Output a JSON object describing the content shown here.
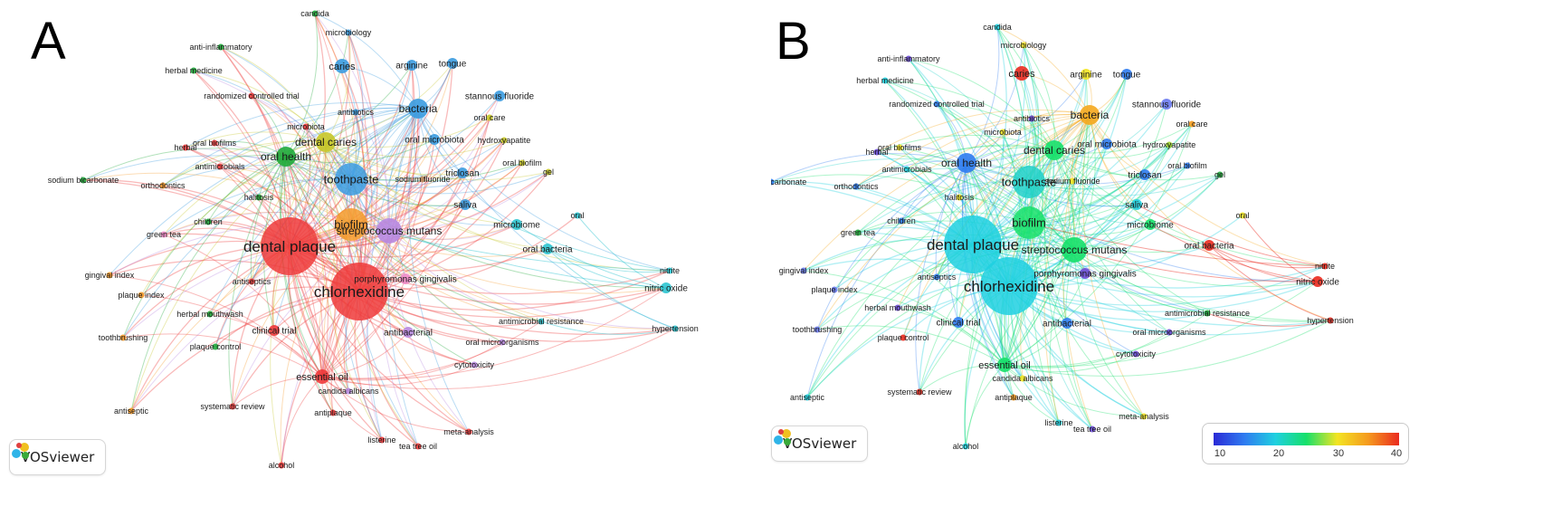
{
  "panels": [
    {
      "letter": "A",
      "mode": "cluster",
      "badge_text": "VOSviewer"
    },
    {
      "letter": "B",
      "mode": "overlay",
      "badge_text": "VOSviewer"
    }
  ],
  "legend": {
    "ticks": [
      "10",
      "20",
      "30",
      "40"
    ],
    "colors": [
      "#2a2ad6",
      "#2f7bf0",
      "#1fd0e0",
      "#16e06a",
      "#f3e422",
      "#f59a1e",
      "#ea2a1e"
    ]
  },
  "cluster_colors": {
    "red": "#ee3a3a",
    "green": "#1faa3a",
    "blue": "#3a9be0",
    "yellow": "#c6c628",
    "purple": "#b888e0",
    "orange": "#f59a2a",
    "cyan": "#2cc4d0",
    "pink": "#f089c8",
    "brown": "#b8865a"
  },
  "keywords": {
    "dental_plaque": "dental plaque",
    "chlorhexidine": "chlorhexidine",
    "toothpaste": "toothpaste",
    "biofilm": "biofilm",
    "streptococcus_mutans": "streptococcus mutans",
    "dental_caries": "dental caries",
    "oral_health": "oral health",
    "bacteria": "bacteria",
    "caries": "caries",
    "arginine": "arginine",
    "tongue": "tongue",
    "candida": "candida",
    "microbiology": "microbiology",
    "anti_inflammatory": "anti-inflammatory",
    "herbal_medicine": "herbal medicine",
    "randomized_controlled_trial": "randomized controlled trial",
    "stannous_fluoride": "stannous fluoride",
    "antibiotics": "antibiotics",
    "oral_care": "oral care",
    "microbiota": "microbiota",
    "oral_microbiota": "oral microbiota",
    "hydroxyapatite": "hydroxyapatite",
    "herbal": "herbal",
    "oral_biofilms": "oral biofilms",
    "antimicrobials": "antimicrobials",
    "oral_biofilm": "oral biofilm",
    "sodium_bicarbonate": "sodium bicarbonate",
    "orthodontics": "orthodontics",
    "halitosis": "halitosis",
    "sodium_fluoride": "sodium fluoride",
    "triclosan": "triclosan",
    "gel": "gel",
    "children": "children",
    "saliva": "saliva",
    "oral": "oral",
    "microbiome": "microbiome",
    "green_tea": "green tea",
    "oral_bacteria": "oral bacteria",
    "nitrite": "nitrite",
    "gingival_index": "gingival index",
    "antiseptics": "antiseptics",
    "porphyromonas_gingivalis": "porphyromonas gingivalis",
    "plaque_index": "plaque index",
    "nitric_oxide": "nitric oxide",
    "herbal_mouthwash": "herbal mouthwash",
    "clinical_trial": "clinical trial",
    "antimicrobial_resistance": "antimicrobial resistance",
    "hypertension": "hypertension",
    "antibacterial": "antibacterial",
    "toothbrushing": "toothbrushing",
    "oral_microorganisms": "oral microorganisms",
    "plaque_control": "plaque control",
    "cytotoxicity": "cytotoxicity",
    "essential_oil": "essential oil",
    "candida_albicans": "candida albicans",
    "antiseptic": "antiseptic",
    "systematic_review": "systematic review",
    "antiplaque": "antiplaque",
    "meta_analysis": "meta-analysis",
    "listerine": "listerine",
    "tea_tree_oil": "tea tree oil",
    "alcohol": "alcohol"
  },
  "nodes": [
    {
      "id": "dental_plaque",
      "cluster": "red",
      "weight": 10,
      "year_color": "#1fd0e0"
    },
    {
      "id": "chlorhexidine",
      "cluster": "red",
      "weight": 9,
      "year_color": "#1fd0e0"
    },
    {
      "id": "toothpaste",
      "cluster": "blue",
      "weight": 6,
      "year_color": "#1fd0c8"
    },
    {
      "id": "biofilm",
      "cluster": "orange",
      "weight": 6,
      "year_color": "#16e06a"
    },
    {
      "id": "streptococcus_mutans",
      "cluster": "purple",
      "weight": 5,
      "year_color": "#16e06a"
    },
    {
      "id": "dental_caries",
      "cluster": "yellow",
      "weight": 4,
      "year_color": "#16e06a"
    },
    {
      "id": "oral_health",
      "cluster": "green",
      "weight": 4,
      "year_color": "#2f7bf0"
    },
    {
      "id": "bacteria",
      "cluster": "blue",
      "weight": 4,
      "year_color": "#f5a81e"
    },
    {
      "id": "caries",
      "cluster": "blue",
      "weight": 3,
      "year_color": "#ea2a1e"
    },
    {
      "id": "arginine",
      "cluster": "blue",
      "weight": 2,
      "year_color": "#f3e422"
    },
    {
      "id": "tongue",
      "cluster": "blue",
      "weight": 2,
      "year_color": "#2f7bf0"
    },
    {
      "id": "candida",
      "cluster": "green",
      "weight": 1,
      "year_color": "#1fd0e0"
    },
    {
      "id": "microbiology",
      "cluster": "blue",
      "weight": 1,
      "year_color": "#f3e422"
    },
    {
      "id": "anti_inflammatory",
      "cluster": "green",
      "weight": 1,
      "year_color": "#6a4ad6"
    },
    {
      "id": "herbal_medicine",
      "cluster": "green",
      "weight": 1,
      "year_color": "#1fd0e0"
    },
    {
      "id": "randomized_controlled_trial",
      "cluster": "red",
      "weight": 1,
      "year_color": "#2f7bf0"
    },
    {
      "id": "stannous_fluoride",
      "cluster": "blue",
      "weight": 2,
      "year_color": "#6a7af0"
    },
    {
      "id": "antibiotics",
      "cluster": "blue",
      "weight": 1,
      "year_color": "#6a4ad6"
    },
    {
      "id": "oral_care",
      "cluster": "yellow",
      "weight": 1,
      "year_color": "#f59a1e"
    },
    {
      "id": "microbiota",
      "cluster": "red",
      "weight": 1,
      "year_color": "#f3e422"
    },
    {
      "id": "oral_microbiota",
      "cluster": "blue",
      "weight": 2,
      "year_color": "#2f7bf0"
    },
    {
      "id": "hydroxyapatite",
      "cluster": "yellow",
      "weight": 1,
      "year_color": "#9acc2a"
    },
    {
      "id": "herbal",
      "cluster": "red",
      "weight": 1,
      "year_color": "#6a4ad6"
    },
    {
      "id": "oral_biofilms",
      "cluster": "red",
      "weight": 1,
      "year_color": "#f3e422"
    },
    {
      "id": "antimicrobials",
      "cluster": "red",
      "weight": 1,
      "year_color": "#1fd0e0"
    },
    {
      "id": "oral_biofilm",
      "cluster": "yellow",
      "weight": 1,
      "year_color": "#2f7bf0"
    },
    {
      "id": "sodium_bicarbonate",
      "cluster": "green",
      "weight": 1,
      "year_color": "#2f7bf0"
    },
    {
      "id": "orthodontics",
      "cluster": "orange",
      "weight": 1,
      "year_color": "#2f7bf0"
    },
    {
      "id": "halitosis",
      "cluster": "green",
      "weight": 1,
      "year_color": "#f3e422"
    },
    {
      "id": "sodium_fluoride",
      "cluster": "brown",
      "weight": 1,
      "year_color": "#f3e422"
    },
    {
      "id": "triclosan",
      "cluster": "blue",
      "weight": 2,
      "year_color": "#2f7bf0"
    },
    {
      "id": "gel",
      "cluster": "yellow",
      "weight": 1,
      "year_color": "#1faa3a"
    },
    {
      "id": "children",
      "cluster": "green",
      "weight": 1,
      "year_color": "#2f7bf0"
    },
    {
      "id": "saliva",
      "cluster": "blue",
      "weight": 2,
      "year_color": "#1fd0e0"
    },
    {
      "id": "oral",
      "cluster": "cyan",
      "weight": 1,
      "year_color": "#f3e422"
    },
    {
      "id": "microbiome",
      "cluster": "cyan",
      "weight": 2,
      "year_color": "#16e06a"
    },
    {
      "id": "green_tea",
      "cluster": "pink",
      "weight": 1,
      "year_color": "#1faa3a"
    },
    {
      "id": "oral_bacteria",
      "cluster": "cyan",
      "weight": 2,
      "year_color": "#ea2a1e"
    },
    {
      "id": "nitrite",
      "cluster": "cyan",
      "weight": 1,
      "year_color": "#ea2a1e"
    },
    {
      "id": "gingival_index",
      "cluster": "orange",
      "weight": 1,
      "year_color": "#6a7af0"
    },
    {
      "id": "antiseptics",
      "cluster": "red",
      "weight": 1,
      "year_color": "#2f7bf0"
    },
    {
      "id": "porphyromonas_gingivalis",
      "cluster": "pink",
      "weight": 2,
      "year_color": "#6a4ad6"
    },
    {
      "id": "plaque_index",
      "cluster": "orange",
      "weight": 1,
      "year_color": "#6a7af0"
    },
    {
      "id": "nitric_oxide",
      "cluster": "cyan",
      "weight": 2,
      "year_color": "#ea2a1e"
    },
    {
      "id": "herbal_mouthwash",
      "cluster": "green",
      "weight": 1,
      "year_color": "#6a4ad6"
    },
    {
      "id": "clinical_trial",
      "cluster": "red",
      "weight": 2,
      "year_color": "#2f7bf0"
    },
    {
      "id": "antimicrobial_resistance",
      "cluster": "cyan",
      "weight": 1,
      "year_color": "#1faa3a"
    },
    {
      "id": "hypertension",
      "cluster": "cyan",
      "weight": 1,
      "year_color": "#ea2a1e"
    },
    {
      "id": "antibacterial",
      "cluster": "purple",
      "weight": 2,
      "year_color": "#2f7bf0"
    },
    {
      "id": "toothbrushing",
      "cluster": "orange",
      "weight": 1,
      "year_color": "#6a7af0"
    },
    {
      "id": "oral_microorganisms",
      "cluster": "purple",
      "weight": 1,
      "year_color": "#6a4ad6"
    },
    {
      "id": "plaque_control",
      "cluster": "green",
      "weight": 1,
      "year_color": "#ea2a1e"
    },
    {
      "id": "cytotoxicity",
      "cluster": "purple",
      "weight": 1,
      "year_color": "#6a4ad6"
    },
    {
      "id": "essential_oil",
      "cluster": "red",
      "weight": 3,
      "year_color": "#16e06a"
    },
    {
      "id": "candida_albicans",
      "cluster": "purple",
      "weight": 1,
      "year_color": "#f3e422"
    },
    {
      "id": "antiseptic",
      "cluster": "orange",
      "weight": 1,
      "year_color": "#1fd0e0"
    },
    {
      "id": "systematic_review",
      "cluster": "red",
      "weight": 1,
      "year_color": "#ea2a1e"
    },
    {
      "id": "antiplaque",
      "cluster": "red",
      "weight": 1,
      "year_color": "#f59a1e"
    },
    {
      "id": "meta_analysis",
      "cluster": "red",
      "weight": 1,
      "year_color": "#f3e422"
    },
    {
      "id": "listerine",
      "cluster": "red",
      "weight": 1,
      "year_color": "#1fd0e0"
    },
    {
      "id": "tea_tree_oil",
      "cluster": "red",
      "weight": 1,
      "year_color": "#6a4ad6"
    },
    {
      "id": "alcohol",
      "cluster": "red",
      "weight": 1,
      "year_color": "#1fd0e0"
    }
  ]
}
